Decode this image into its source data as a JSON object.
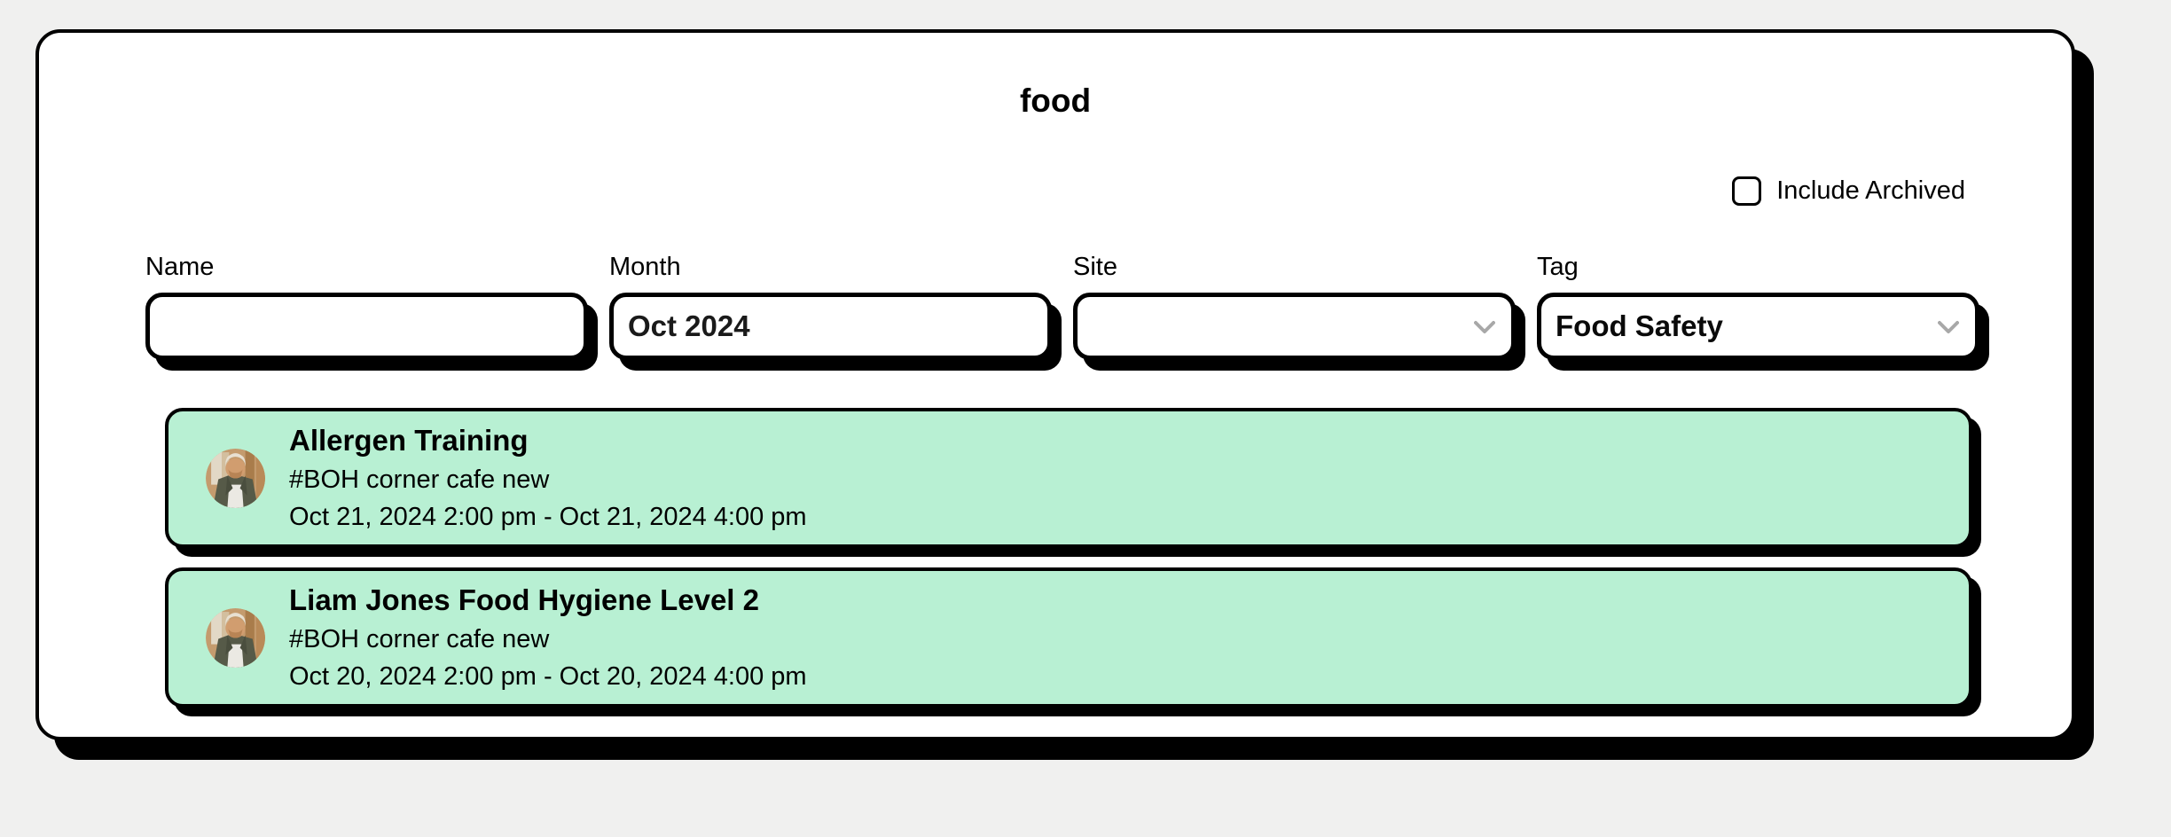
{
  "page": {
    "title": "food"
  },
  "colors": {
    "background": "#f0f0ef",
    "panel": "#ffffff",
    "border": "#000000",
    "card_green": "#b8f0d3",
    "chevron_gray": "#a8a8a8"
  },
  "archived_filter": {
    "label": "Include Archived",
    "checked": false
  },
  "filters": [
    {
      "label": "Name",
      "type": "text",
      "value": ""
    },
    {
      "label": "Month",
      "type": "text",
      "value": "Oct 2024"
    },
    {
      "label": "Site",
      "type": "select",
      "value": ""
    },
    {
      "label": "Tag",
      "type": "select",
      "value": "Food Safety"
    }
  ],
  "events": [
    {
      "title": "Allergen Training",
      "group": "#BOH corner cafe new",
      "time_range": "Oct 21, 2024 2:00 pm - Oct 21, 2024 4:00 pm",
      "avatar": "person-photo"
    },
    {
      "title": "Liam Jones Food Hygiene Level 2",
      "group": "#BOH corner cafe new",
      "time_range": "Oct 20, 2024 2:00 pm - Oct 20, 2024 4:00 pm",
      "avatar": "person-photo"
    }
  ]
}
